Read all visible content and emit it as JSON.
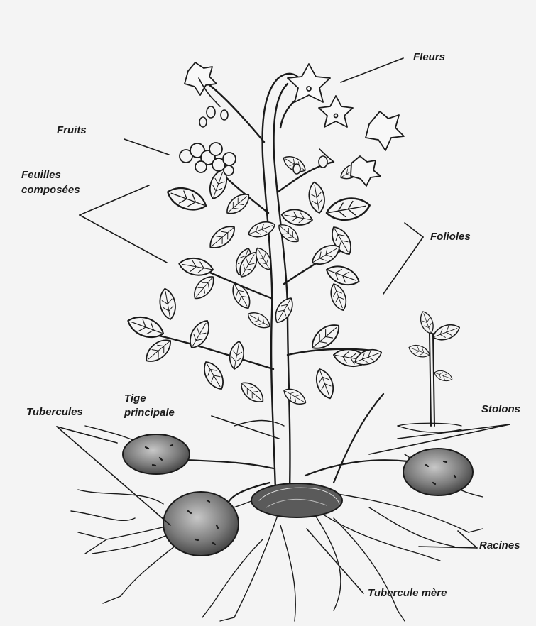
{
  "labels": {
    "fleurs": "Fleurs",
    "fruits": "Fruits",
    "feuilles_line1": "Feuilles",
    "feuilles_line2": "composées",
    "folioles": "Folioles",
    "tige_line1": "Tige",
    "tige_line2": "principale",
    "tubercules": "Tubercules",
    "stolons": "Stolons",
    "racines": "Racines",
    "tubercule_mere": "Tubercule mère"
  },
  "colors": {
    "background": "#f4f4f4",
    "ink": "#1a1a1a",
    "tuber_fill": "#6e6e6e"
  }
}
